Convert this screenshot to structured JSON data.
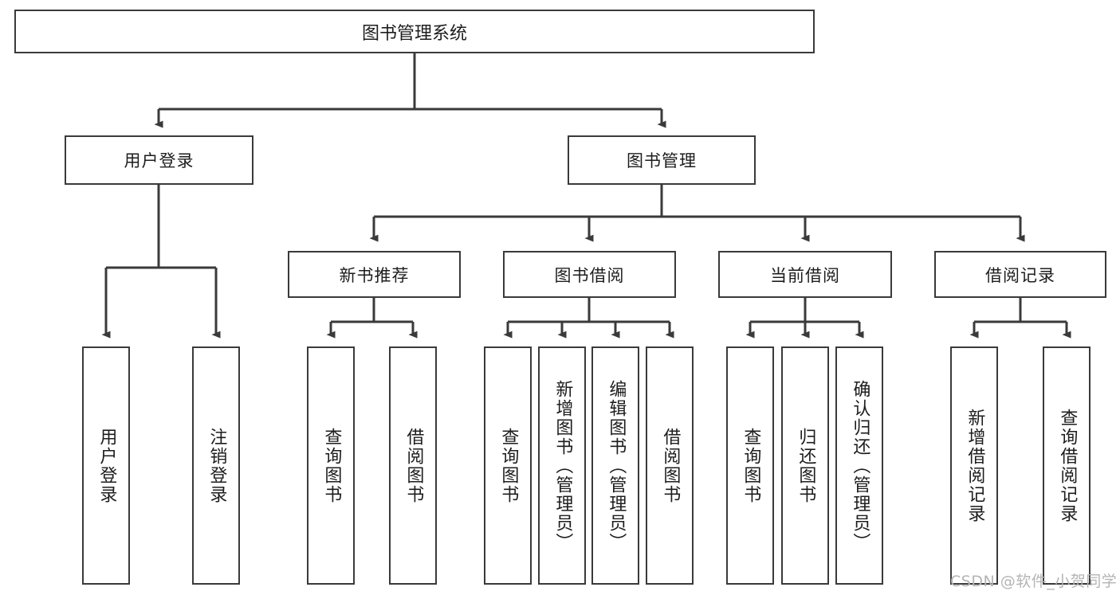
{
  "diagram": {
    "title": "图书管理系统",
    "type": "tree-hierarchy",
    "orientation": "top-down",
    "colors": {
      "box_border": "#3a3a3a",
      "box_fill": "#ffffff",
      "connector": "#3a3a3a",
      "text": "#1d1d1d",
      "watermark": "#b4b4b4",
      "background": "#ffffff"
    },
    "root": {
      "label": "图书管理系统"
    },
    "level2": [
      {
        "label": "用户登录"
      },
      {
        "label": "图书管理"
      }
    ],
    "level3": [
      {
        "label": "新书推荐"
      },
      {
        "label": "图书借阅"
      },
      {
        "label": "当前借阅"
      },
      {
        "label": "借阅记录"
      }
    ],
    "leaves": {
      "user_login": [
        {
          "label": "用户登录"
        },
        {
          "label": "注销登录"
        }
      ],
      "new_book_recommend": [
        {
          "label": "查询图书"
        },
        {
          "label": "借阅图书"
        }
      ],
      "book_borrow": [
        {
          "label": "查询图书"
        },
        {
          "label": "新增图书（管理员）"
        },
        {
          "label": "编辑图书（管理员）"
        },
        {
          "label": "借阅图书"
        }
      ],
      "current_borrow": [
        {
          "label": "查询图书"
        },
        {
          "label": "归还图书"
        },
        {
          "label": "确认归还（管理员）"
        }
      ],
      "borrow_record": [
        {
          "label": "新增借阅记录"
        },
        {
          "label": "查询借阅记录"
        }
      ]
    }
  },
  "watermark": {
    "text": "CSDN @软件_小贺同学"
  }
}
